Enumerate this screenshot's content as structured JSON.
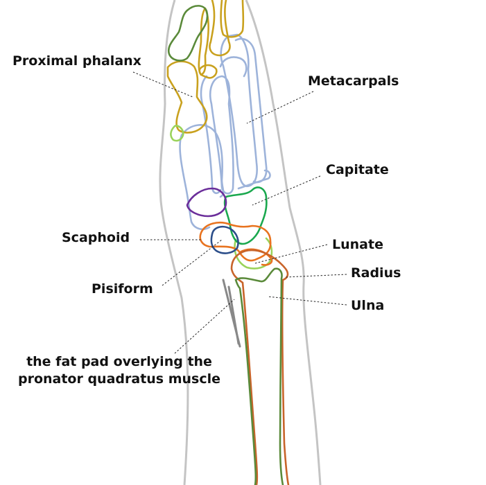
{
  "labels": {
    "proximal_phalanx": "Proximal phalanx",
    "metacarpals": "Metacarpals",
    "capitate": "Capitate",
    "scaphoid": "Scaphoid",
    "lunate": "Lunate",
    "radius": "Radius",
    "pisiform": "Pisiform",
    "ulna": "Ulna",
    "fat_pad_line1": "the fat pad overlying the",
    "fat_pad_line2": "pronator quadratus muscle"
  },
  "colors": {
    "skin_outline": "#c4c4c4",
    "metacarpals": "#9db3da",
    "phalanx_gold": "#c9a11e",
    "phalanx_green": "#5a8a3a",
    "light_green": "#9ad35a",
    "capitate": "#1aa84e",
    "scaphoid": "#6b2e9a",
    "lunate": "#e8731f",
    "pisiform": "#2c4e8a",
    "radius": "#c8642a",
    "ulna": "#5a8a3a",
    "fat_pad": "#888888"
  }
}
